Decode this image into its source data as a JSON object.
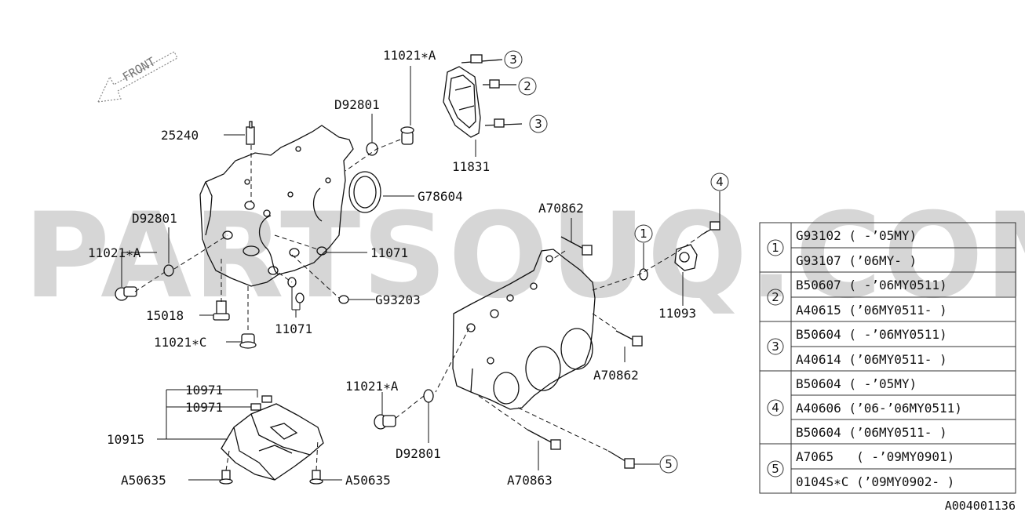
{
  "watermark": "PARTSOUQ.COM",
  "front_label": "FRONT",
  "figure_code": "A004001136",
  "callouts": {
    "p11021A_top": "11021∗A",
    "pD92801_top": "D92801",
    "p25240": "25240",
    "p11831": "11831",
    "pG78604": "G78604",
    "pD92801_left": "D92801",
    "p11021A_left": "11021∗A",
    "p11071_a": "11071",
    "p11071_b": "11071",
    "pG93203": "G93203",
    "p15018": "15018",
    "p11021C": "11021∗C",
    "pA70862_top": "A70862",
    "pA70862_right": "A70862",
    "p11093": "11093",
    "p11021A_bottom": "11021∗A",
    "pD92801_bottom": "D92801",
    "pA70863": "A70863",
    "p10971_a": "10971",
    "p10971_b": "10971",
    "p10915": "10915",
    "pA50635_left": "A50635",
    "pA50635_right": "A50635",
    "c1": "1",
    "c2": "2",
    "c3_top": "3",
    "c3_bottom": "3",
    "c4": "4",
    "c5": "5"
  },
  "legend": [
    {
      "ref": "1",
      "rows": [
        "G93102 ( -’05MY)",
        "G93107 (’06MY- )"
      ]
    },
    {
      "ref": "2",
      "rows": [
        "B50607 ( -’06MY0511)",
        "A40615 (’06MY0511- )"
      ]
    },
    {
      "ref": "3",
      "rows": [
        "B50604 ( -’06MY0511)",
        "A40614 (’06MY0511- )"
      ]
    },
    {
      "ref": "4",
      "rows": [
        "B50604 ( -’05MY)",
        "A40606 (’06-’06MY0511)",
        "B50604 (’06MY0511- )"
      ]
    },
    {
      "ref": "5",
      "rows": [
        "A7065   ( -’09MY0901)",
        "0104S∗C (’09MY0902- )"
      ]
    }
  ]
}
